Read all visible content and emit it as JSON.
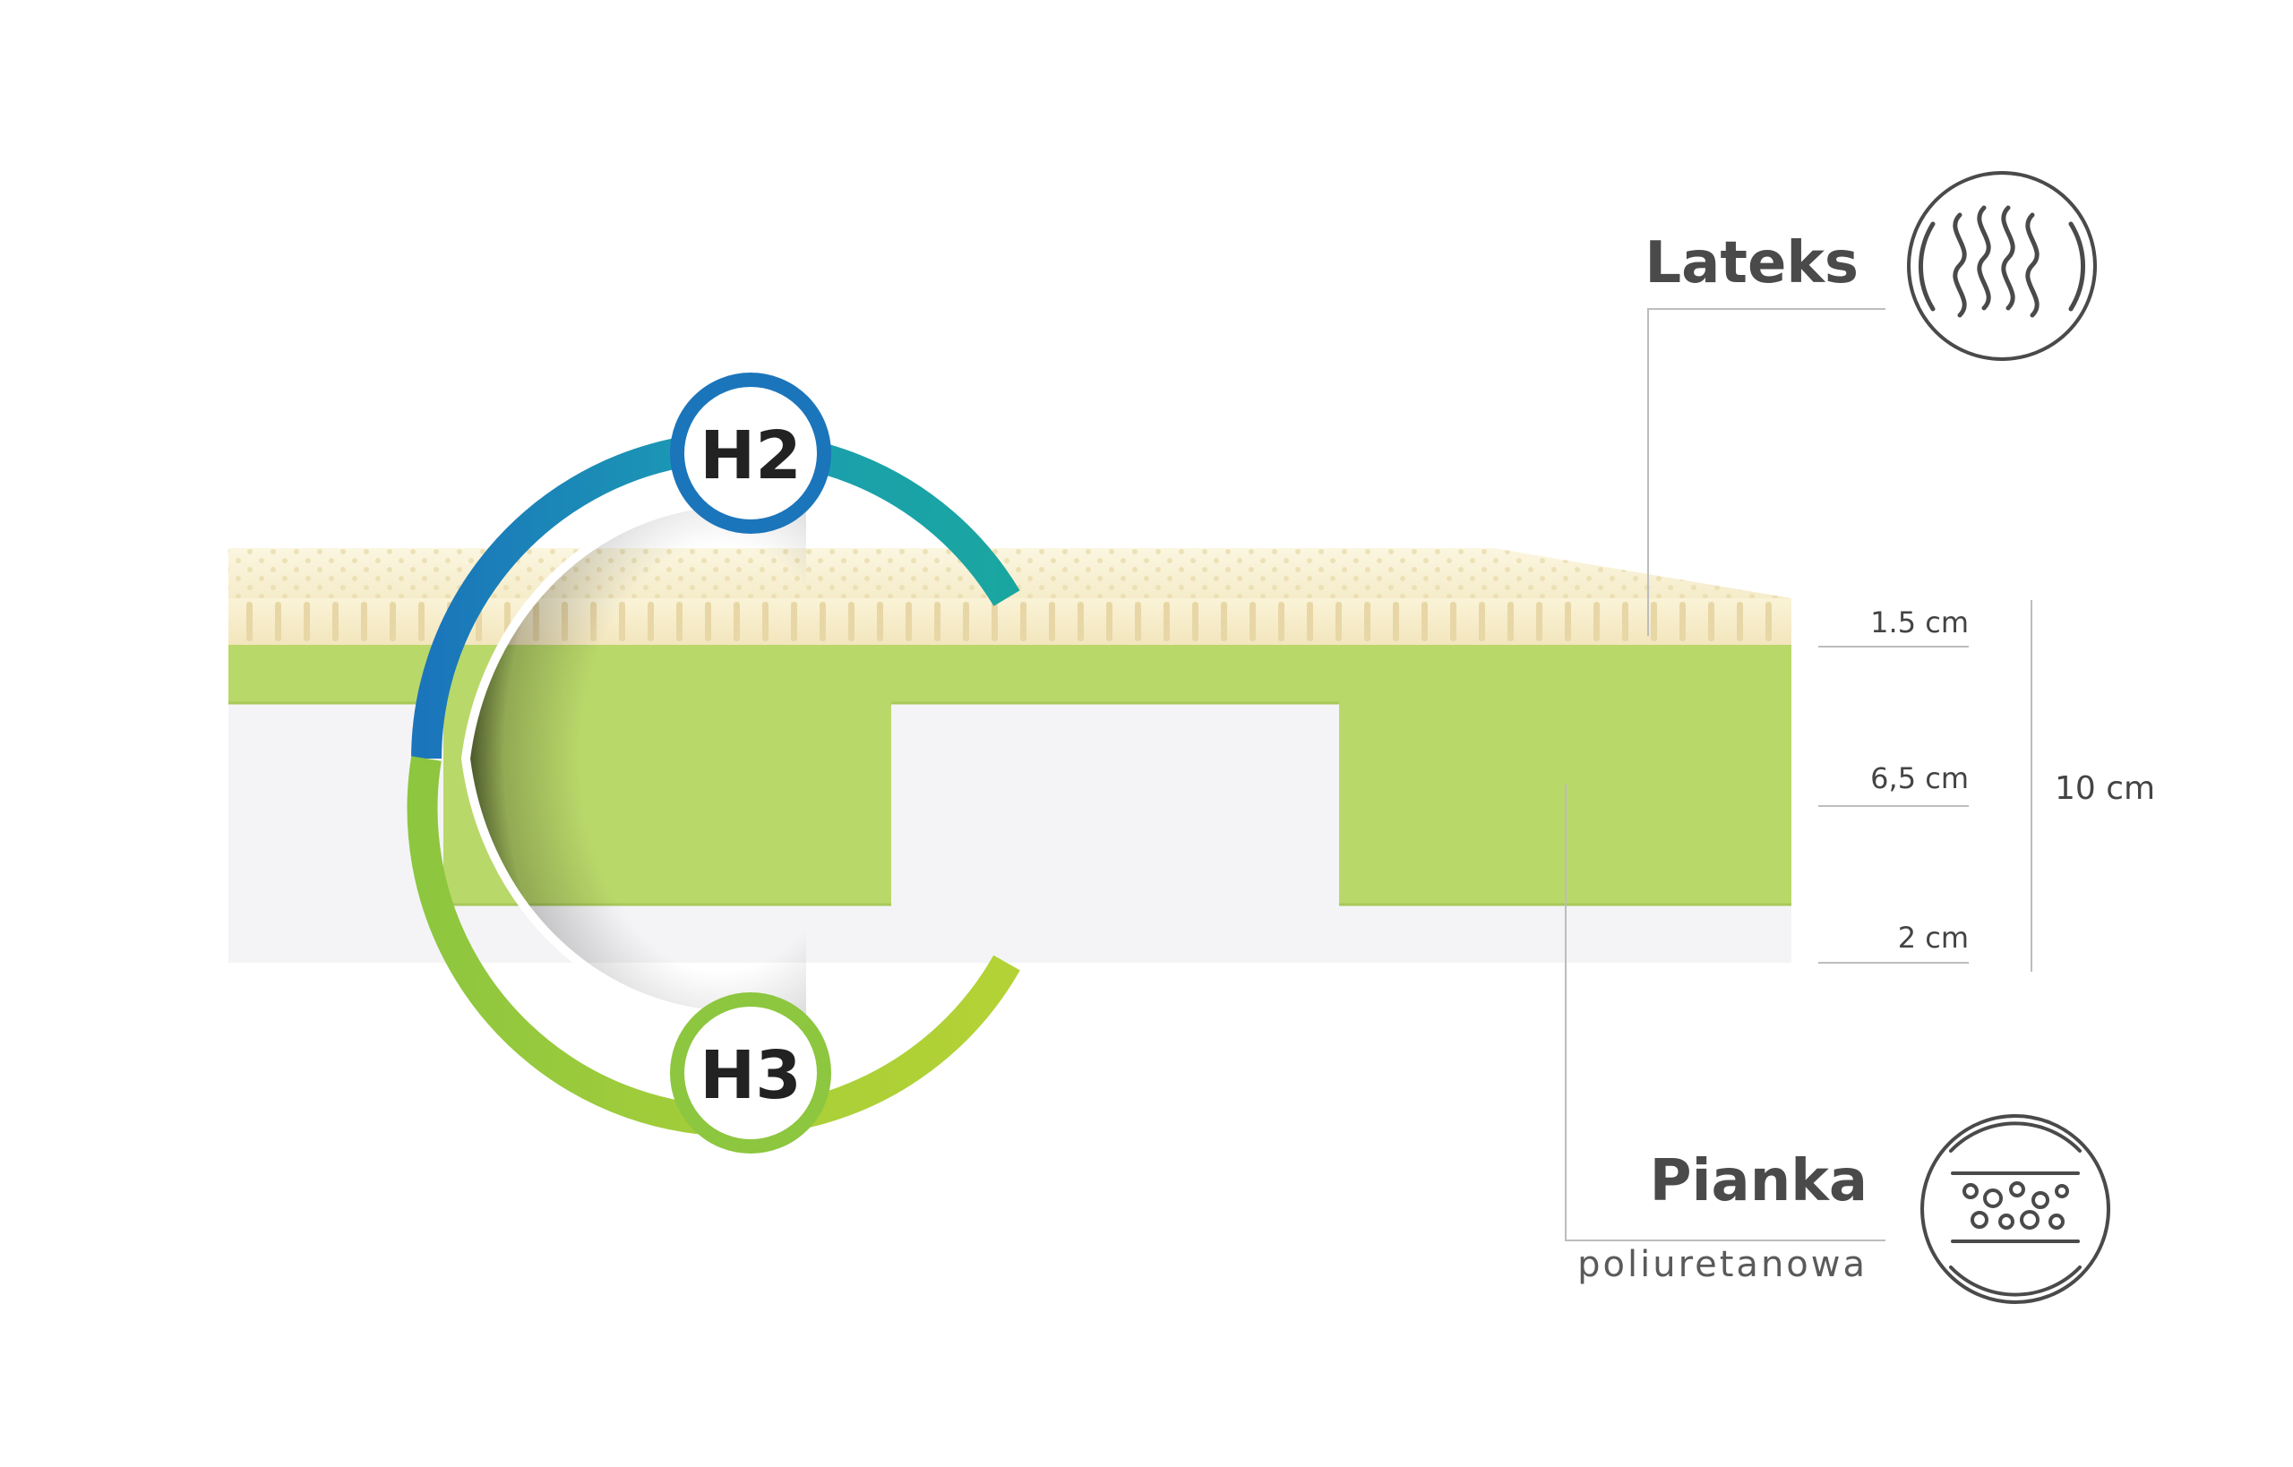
{
  "labels": {
    "latex": {
      "title": "Lateks",
      "icon": "heat-waves-icon"
    },
    "foam": {
      "title": "Pianka",
      "subtitle": "poliuretanowa",
      "icon": "foam-bubbles-icon"
    }
  },
  "dimensions": {
    "layer_top": "1.5 cm",
    "layer_middle": "6,5 cm",
    "layer_bottom": "2 cm",
    "total": "10 cm"
  },
  "firmness": {
    "top": "H2",
    "bottom": "H3"
  },
  "colors": {
    "latex": "#f6edc8",
    "foam_green": "#b9d86a",
    "foam_white": "#f4f4f6",
    "h2_ring": "#1b75bb",
    "h3_ring": "#8dc63f",
    "text": "#4a4a4a",
    "line": "#bdbdbd"
  }
}
